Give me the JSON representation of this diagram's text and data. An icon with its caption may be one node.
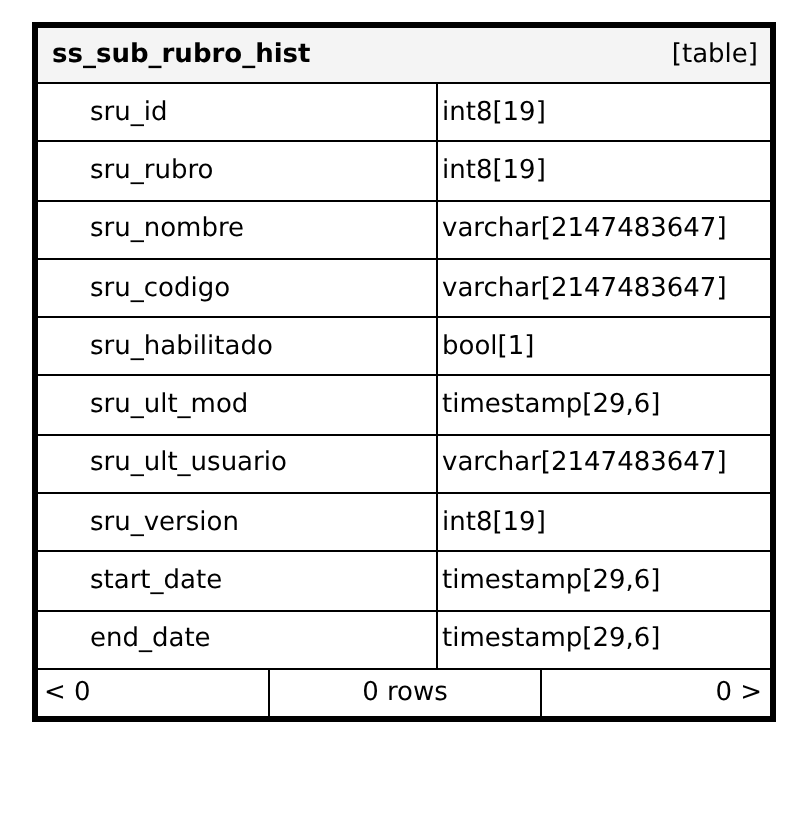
{
  "diagram": {
    "nodes": [
      {
        "text": [
          "ss_sub_rubro_hist",
          "[table]"
        ]
      }
    ],
    "labels": [
      "sru_id",
      "int8[19]",
      "sru_rubro",
      "int8[19]",
      "sru_nombre",
      "varchar[2147483647]",
      "sru_codigo",
      "varchar[2147483647]",
      "sru_habilitado",
      "bool[1]",
      "sru_ult_mod",
      "timestamp[29,6]",
      "sru_ult_usuario",
      "varchar[2147483647]",
      "sru_version",
      "int8[19]",
      "start_date",
      "timestamp[29,6]",
      "end_date",
      "timestamp[29,6]",
      "< 0",
      "0 rows",
      "0 >"
    ]
  }
}
